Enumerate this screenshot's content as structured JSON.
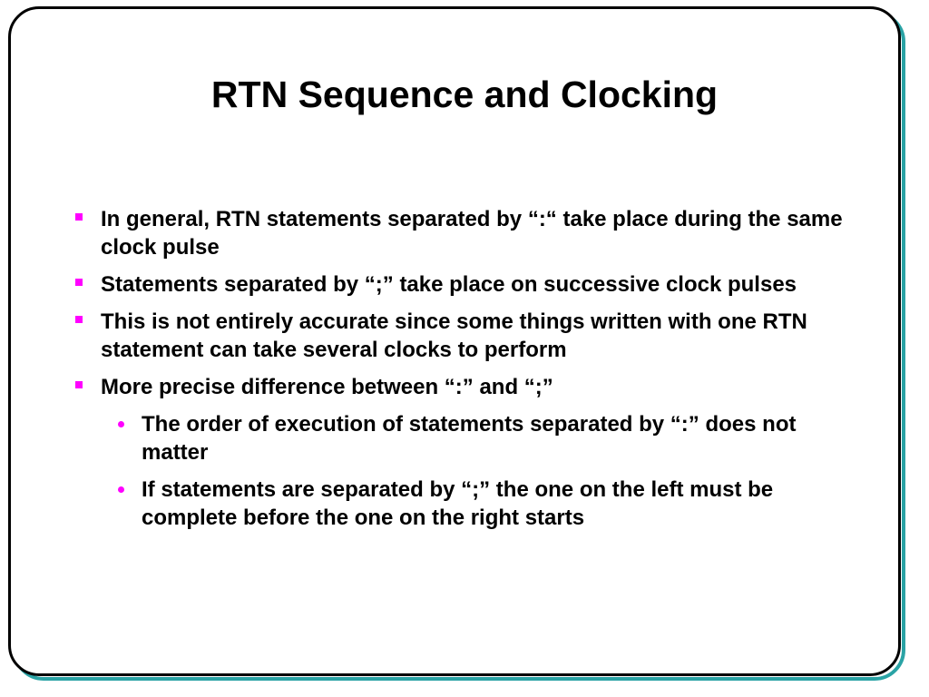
{
  "slide": {
    "title": "RTN Sequence and Clocking",
    "bullets": [
      {
        "level": 1,
        "text": "In general, RTN statements separated by  “:“ take place during the same clock pulse"
      },
      {
        "level": 1,
        "text": "Statements separated by  “;”  take place on successive clock pulses"
      },
      {
        "level": 1,
        "text": "This is not entirely accurate since some things written with one RTN statement can take several clocks to perform"
      },
      {
        "level": 1,
        "text": "More precise difference between “:” and “;”"
      },
      {
        "level": 2,
        "text": "The order of execution of statements separated by  “:”  does not matter"
      },
      {
        "level": 2,
        "text": "If statements are separated by  “;”  the one on the left must be complete before the one on the right starts"
      }
    ]
  },
  "colors": {
    "bullet_marker": "#ff00ff",
    "frame_border": "#000000",
    "frame_shadow": "#2aa3a5",
    "text": "#000000"
  },
  "icons": {
    "level1_marker": "square-bullet-icon",
    "level2_marker": "dot-bullet-icon"
  }
}
